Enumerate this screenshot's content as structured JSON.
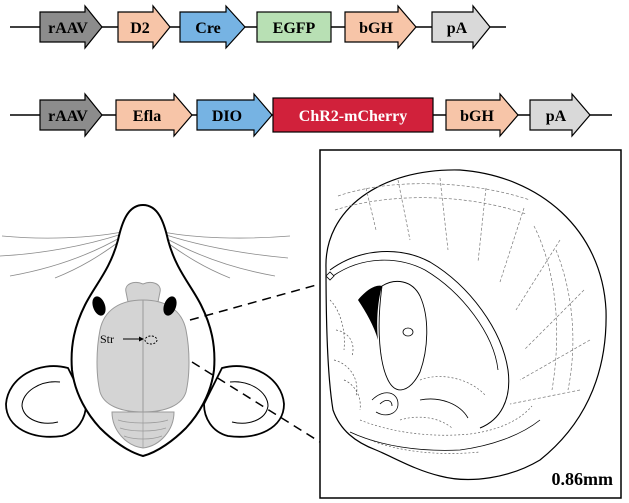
{
  "constructs": [
    {
      "elements": [
        {
          "label": "rAAV",
          "color": "#8c8c8c",
          "shape": "arrow"
        },
        {
          "label": "D2",
          "color": "#f7c5a8",
          "shape": "arrow"
        },
        {
          "label": "Cre",
          "color": "#76b3e3",
          "shape": "arrow"
        },
        {
          "label": "EGFP",
          "color": "#b8e0b4",
          "shape": "box"
        },
        {
          "label": "bGH",
          "color": "#f7c5a8",
          "shape": "arrow"
        },
        {
          "label": "pA",
          "color": "#d9d9d9",
          "shape": "arrow"
        }
      ]
    },
    {
      "elements": [
        {
          "label": "rAAV",
          "color": "#8c8c8c",
          "shape": "arrow"
        },
        {
          "label": "Efla",
          "color": "#f7c5a8",
          "shape": "arrow"
        },
        {
          "label": "DIO",
          "color": "#76b3e3",
          "shape": "arrow"
        },
        {
          "label": "ChR2-mCherry",
          "color": "#d1213b",
          "shape": "box",
          "text_color": "#ffffff"
        },
        {
          "label": "bGH",
          "color": "#f7c5a8",
          "shape": "arrow"
        },
        {
          "label": "pA",
          "color": "#d9d9d9",
          "shape": "arrow"
        }
      ]
    }
  ],
  "mouse": {
    "injection_label": "Str"
  },
  "section": {
    "coordinate_label": "0.86mm"
  },
  "colors": {
    "brain_fill": "#d4d4d4",
    "lesion_fill": "#000000"
  }
}
